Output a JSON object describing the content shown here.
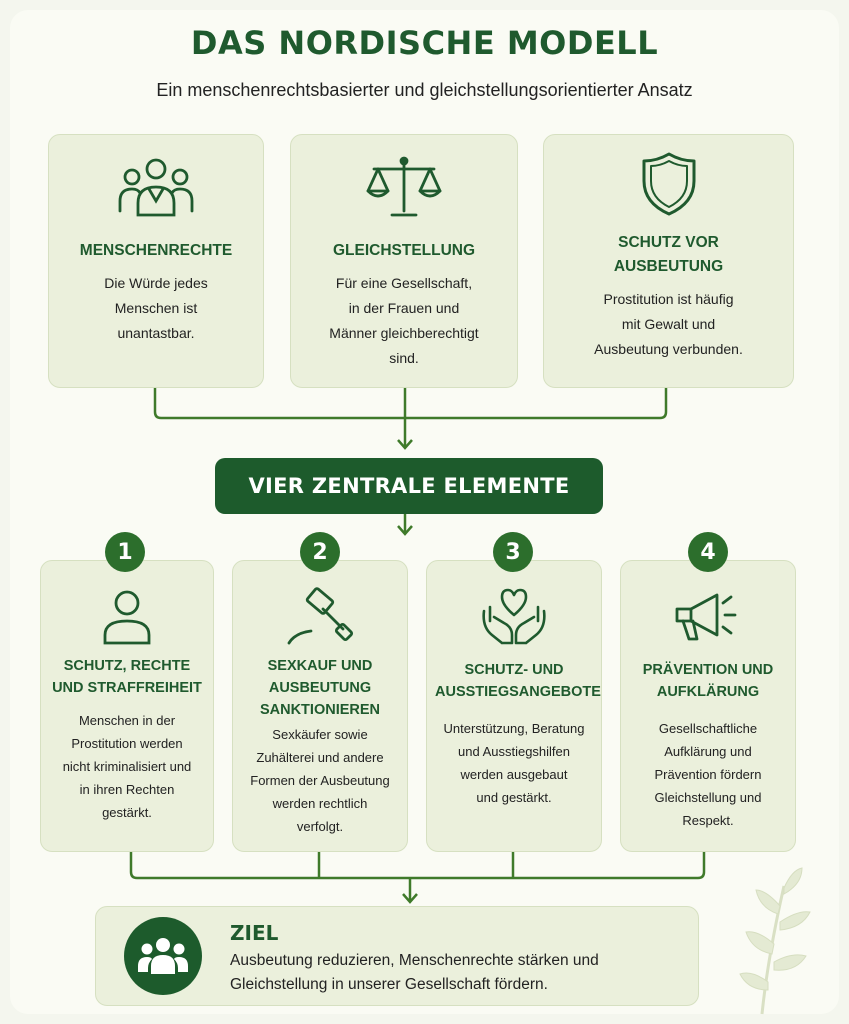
{
  "title": "DAS NORDISCHE MODELL",
  "subtitle": "Ein menschenrechtsbasierter und gleichstellungsorientierter Ansatz",
  "principles": [
    {
      "icon": "people-group-icon",
      "heading": "MENSCHENRECHTE",
      "text_lines": [
        "Die Würde jedes",
        "Menschen ist",
        "unantastbar."
      ]
    },
    {
      "icon": "scales-icon",
      "heading": "GLEICHSTELLUNG",
      "text_lines": [
        "Für eine Gesellschaft,",
        "in der Frauen und",
        "Männer gleichberechtigt",
        "sind."
      ]
    },
    {
      "icon": "shield-icon",
      "heading_lines": [
        "SCHUTZ VOR",
        "AUSBEUTUNG"
      ],
      "text_lines": [
        "Prostitution ist häufig",
        "mit Gewalt und",
        "Ausbeutung verbunden."
      ]
    }
  ],
  "banner": "VIER ZENTRALE ELEMENTE",
  "elements": [
    {
      "number": "1",
      "icon": "person-icon",
      "heading_lines": [
        "SCHUTZ, RECHTE",
        "UND STRAFFREIHEIT"
      ],
      "text_lines": [
        "Menschen in der",
        "Prostitution werden",
        "nicht kriminalisiert und",
        "in ihren Rechten",
        "gestärkt."
      ]
    },
    {
      "number": "2",
      "icon": "gavel-icon",
      "heading_lines": [
        "SEXKAUF UND",
        "AUSBEUTUNG",
        "SANKTIONIEREN"
      ],
      "text_lines": [
        "Sexkäufer sowie",
        "Zuhälterei und andere",
        "Formen der Ausbeutung",
        "werden rechtlich",
        "verfolgt."
      ]
    },
    {
      "number": "3",
      "icon": "hands-heart-icon",
      "heading_lines": [
        "SCHUTZ- UND",
        "AUSSTIEGSANGEBOTE"
      ],
      "text_lines": [
        "Unterstützung, Beratung",
        "und Ausstiegshilfen",
        "werden ausgebaut",
        "und gestärkt."
      ]
    },
    {
      "number": "4",
      "icon": "megaphone-icon",
      "heading_lines": [
        "PRÄVENTION UND",
        "AUFKLÄRUNG"
      ],
      "text_lines": [
        "Gesellschaftliche",
        "Aufklärung und",
        "Prävention fördern",
        "Gleichstellung und",
        "Respekt."
      ]
    }
  ],
  "goal": {
    "title": "ZIEL",
    "text_lines": [
      "Ausbeutung reduzieren, Menschenrechte stärken und",
      "Gleichstellung in unserer Gesellschaft fördern."
    ]
  },
  "colors": {
    "dark_green": "#1d5b2c",
    "badge_green": "#2c6e2c",
    "card_bg": "#ebf0dc",
    "line_green": "#3f7a2a"
  }
}
